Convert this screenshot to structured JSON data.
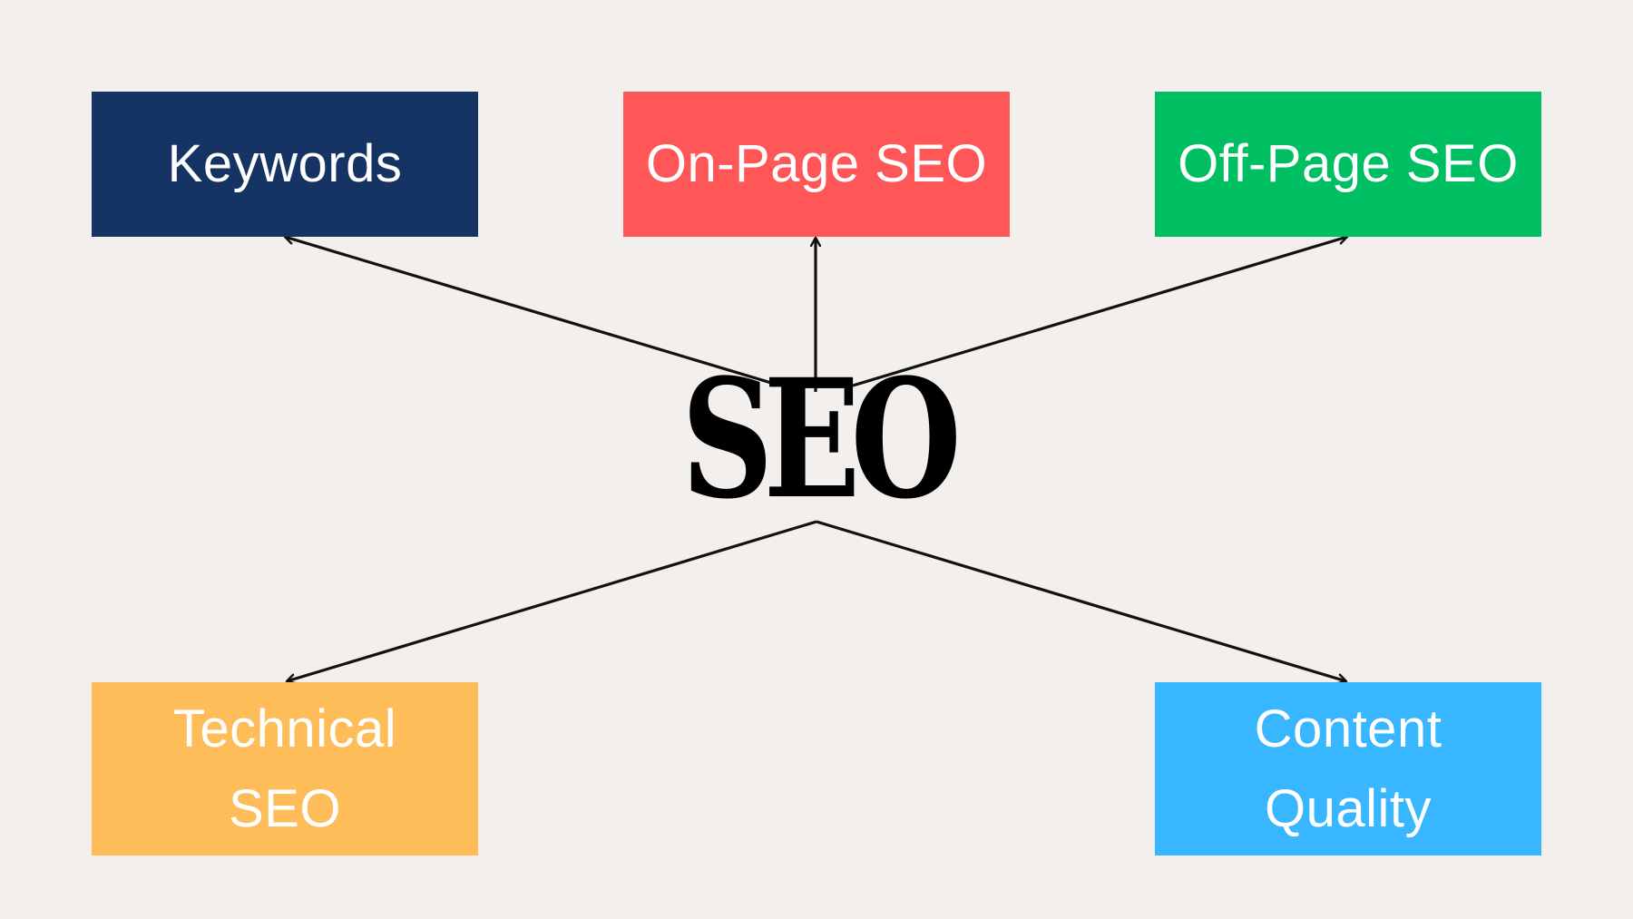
{
  "diagram": {
    "center": {
      "label": "SEO",
      "color": "#000000"
    },
    "nodes": [
      {
        "id": "keywords",
        "lines": [
          "Keywords"
        ],
        "color": "#163463",
        "position": "top-left"
      },
      {
        "id": "on-page-seo",
        "lines": [
          "On-Page SEO"
        ],
        "color": "#FF5757",
        "position": "top-center"
      },
      {
        "id": "off-page-seo",
        "lines": [
          "Off-Page SEO"
        ],
        "color": "#00BF63",
        "position": "top-right"
      },
      {
        "id": "technical-seo",
        "lines": [
          "Technical",
          "SEO"
        ],
        "color": "#FFBD59",
        "position": "bottom-left"
      },
      {
        "id": "content-quality",
        "lines": [
          "Content",
          "Quality"
        ],
        "color": "#38B6FF",
        "position": "bottom-right"
      }
    ],
    "edges": [
      {
        "from": "SEO",
        "to": "Keywords"
      },
      {
        "from": "SEO",
        "to": "On-Page SEO"
      },
      {
        "from": "SEO",
        "to": "Off-Page SEO"
      },
      {
        "from": "SEO",
        "to": "Technical SEO"
      },
      {
        "from": "SEO",
        "to": "Content Quality"
      }
    ],
    "background": "#F2EFEC",
    "text_color": "#FFFFFF"
  }
}
